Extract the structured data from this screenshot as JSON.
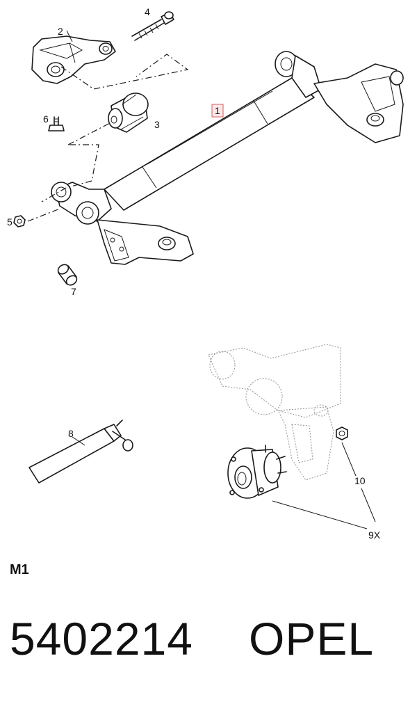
{
  "callouts": {
    "c1": "1",
    "c2": "2",
    "c3": "3",
    "c4": "4",
    "c5": "5",
    "c6": "6",
    "c7": "7",
    "c8": "8",
    "c9": "9X",
    "c10": "10"
  },
  "diagram_code": "M1",
  "part_number": "5402214",
  "brand": "OPEL",
  "colors": {
    "callout_box_border": "#d85a5a",
    "callout_box_fill": "#fbe9e9",
    "ghost_line": "#9a9a9a"
  }
}
